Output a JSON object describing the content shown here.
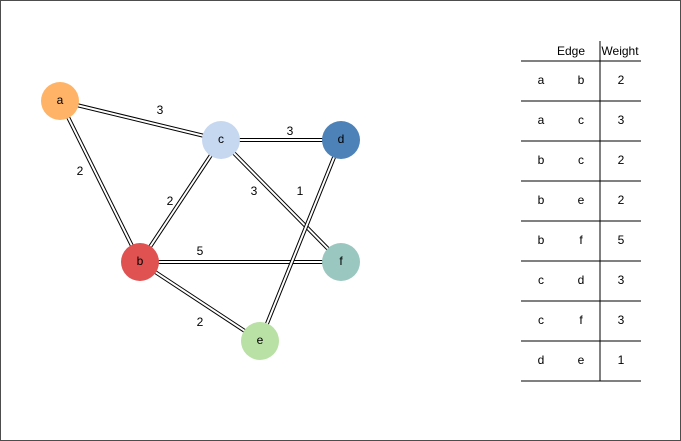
{
  "nodes": [
    {
      "id": "a",
      "label": "a",
      "color": "#ffb366"
    },
    {
      "id": "b",
      "label": "b",
      "color": "#e05252"
    },
    {
      "id": "c",
      "label": "c",
      "color": "#c6d7f0"
    },
    {
      "id": "d",
      "label": "d",
      "color": "#4d82b8"
    },
    {
      "id": "e",
      "label": "e",
      "color": "#b9e0a5"
    },
    {
      "id": "f",
      "label": "f",
      "color": "#9ac7bf"
    }
  ],
  "edges": [
    {
      "from": "a",
      "to": "b",
      "weight": "2"
    },
    {
      "from": "a",
      "to": "c",
      "weight": "3"
    },
    {
      "from": "b",
      "to": "c",
      "weight": "2"
    },
    {
      "from": "b",
      "to": "e",
      "weight": "2"
    },
    {
      "from": "b",
      "to": "f",
      "weight": "5"
    },
    {
      "from": "c",
      "to": "d",
      "weight": "3"
    },
    {
      "from": "c",
      "to": "f",
      "weight": "3"
    },
    {
      "from": "d",
      "to": "e",
      "weight": "1"
    }
  ],
  "table": {
    "header_edge": "Edge",
    "header_weight": "Weight",
    "rows": [
      {
        "from": "a",
        "to": "b",
        "weight": "2"
      },
      {
        "from": "a",
        "to": "c",
        "weight": "3"
      },
      {
        "from": "b",
        "to": "c",
        "weight": "2"
      },
      {
        "from": "b",
        "to": "e",
        "weight": "2"
      },
      {
        "from": "b",
        "to": "f",
        "weight": "5"
      },
      {
        "from": "c",
        "to": "d",
        "weight": "3"
      },
      {
        "from": "c",
        "to": "f",
        "weight": "3"
      },
      {
        "from": "d",
        "to": "e",
        "weight": "1"
      }
    ]
  }
}
